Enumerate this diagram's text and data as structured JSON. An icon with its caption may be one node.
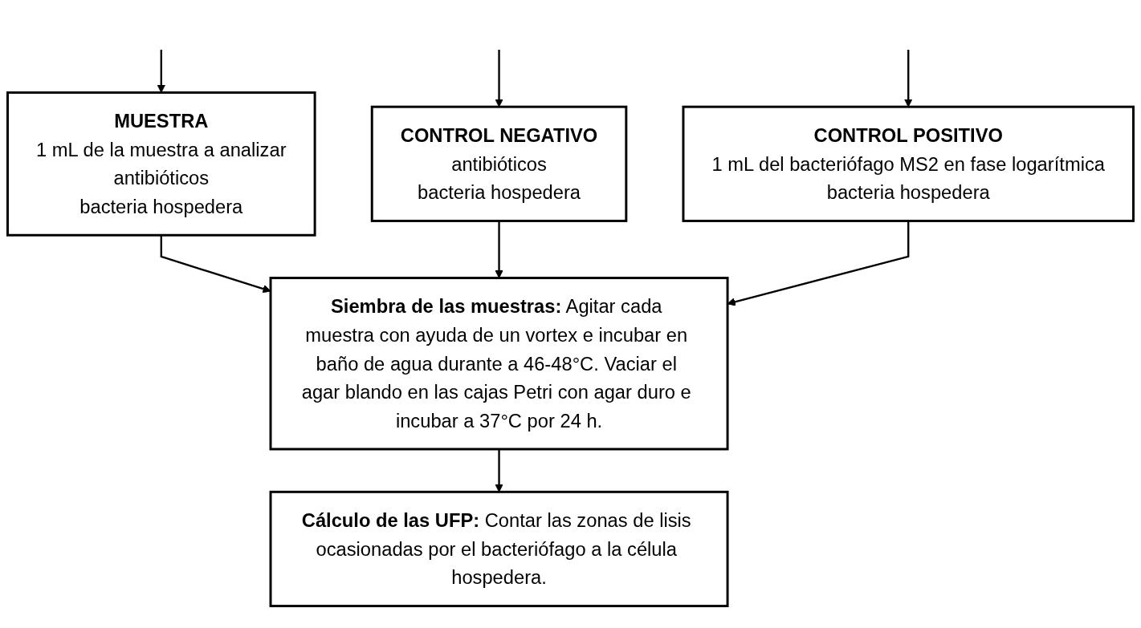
{
  "diagram": {
    "nodes": [
      {
        "text": [
          "MUESTRA",
          "1 mL de la muestra a analizar",
          "antibióticos",
          "bacteria hospedera"
        ]
      },
      {
        "text": [
          "CONTROL NEGATIVO",
          "antibióticos",
          "bacteria hospedera"
        ]
      },
      {
        "text": [
          "CONTROL POSITIVO",
          "1 mL del bacteriófago MS2 en fase logarítmica",
          "bacteria hospedera"
        ]
      },
      {
        "text": [
          "**Siembra de las muestras:** Agitar cada muestra con ayuda de un vortex e incubar en baño de agua durante a 46-48°C. Vaciar el agar blando en las cajas Petri con agar duro e incubar a 37°C por 24 h."
        ]
      },
      {
        "text": [
          "**Cálculo de las UFP:** Contar las zonas de lisis ocasionadas por el bacteriófago a la célula hospedera."
        ]
      }
    ],
    "edges": [
      {
        "from": null,
        "to": 0,
        "arrow": "to"
      },
      {
        "from": null,
        "to": 1,
        "arrow": "to"
      },
      {
        "from": null,
        "to": 2,
        "arrow": "to"
      },
      {
        "from": 0,
        "to": 3,
        "arrow": "to"
      },
      {
        "from": 1,
        "to": 3,
        "arrow": "to"
      },
      {
        "from": 2,
        "to": 3,
        "arrow": "to"
      },
      {
        "from": 3,
        "to": 4,
        "arrow": "to"
      }
    ]
  }
}
